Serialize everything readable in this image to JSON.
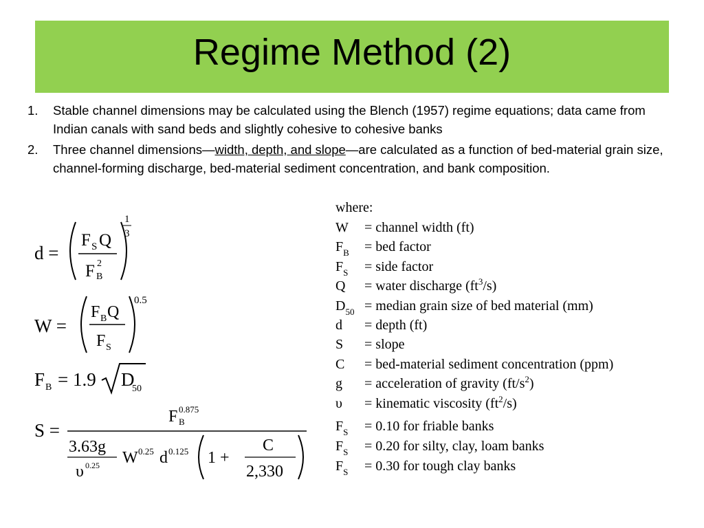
{
  "slide": {
    "title": "Regime Method (2)",
    "colors": {
      "title_bg": "#92d050"
    }
  },
  "bullets": [
    {
      "num": "1.",
      "text": "Stable channel dimensions may be calculated using the Blench (1957) regime equations; data came from Indian canals with sand beds and slightly cohesive to cohesive banks"
    },
    {
      "num": "2.",
      "text_before": "Three channel dimensions—",
      "text_underlined": "width, depth, and slope",
      "text_after": "—are calculated as a function of bed-material grain size, channel-forming discharge, bed-material sediment concentration, and bank composition."
    }
  ],
  "equations": {
    "d": {
      "lhs": "d =",
      "num_f": "F",
      "num_f_sub": "S",
      "num_q": "Q",
      "den_f": "F",
      "den_f_sup": "2",
      "den_f_sub": "B",
      "exp_num": "1",
      "exp_den": "3"
    },
    "w": {
      "lhs": "W =",
      "num_f": "F",
      "num_f_sub": "B",
      "num_q": "Q",
      "den_f": "F",
      "den_f_sub": "S",
      "exp": "0.5"
    },
    "fb": {
      "lhs_f": "F",
      "lhs_sub": "B",
      "eq": "= 1.9",
      "rad": "D",
      "rad_sub": "50"
    },
    "s": {
      "lhs": "S =",
      "num_f": "F",
      "num_sup": "0.875",
      "num_sub": "B",
      "c1": "3.63g",
      "c1_den": "υ",
      "c1_den_sup": "0.25",
      "w": "W",
      "w_sup": "0.25",
      "d": "d",
      "d_sup": "0.125",
      "one_plus": "1 +",
      "c": "C",
      "c_den": "2,330"
    }
  },
  "legend": {
    "header": "where:",
    "items": [
      {
        "sym": "W",
        "sub": "",
        "def": "= channel width (ft)"
      },
      {
        "sym": "F",
        "sub": "B",
        "def": "= bed factor"
      },
      {
        "sym": "F",
        "sub": "S",
        "def": "= side factor"
      },
      {
        "sym": "Q",
        "sub": "",
        "def_pre": "= water discharge (ft",
        "def_sup": "3",
        "def_post": "/s)"
      },
      {
        "sym": "D",
        "sub": "50",
        "def": "= median grain size of bed material (mm)"
      },
      {
        "sym": "d",
        "sub": "",
        "def": "= depth (ft)"
      },
      {
        "sym": "S",
        "sub": "",
        "def": "= slope"
      },
      {
        "sym": "C",
        "sub": "",
        "def": "= bed-material sediment concentration (ppm)"
      },
      {
        "sym": "g",
        "sub": "",
        "def_pre": "= acceleration of gravity (ft/s",
        "def_sup": "2",
        "def_post": ")"
      },
      {
        "sym": "υ",
        "sub": "",
        "def_pre": "= kinematic viscosity (ft",
        "def_sup": "2",
        "def_post": "/s)"
      }
    ]
  },
  "side_factors": [
    {
      "sym": "F",
      "sub": "S",
      "def": "= 0.10 for friable banks"
    },
    {
      "sym": "F",
      "sub": "S",
      "def": "= 0.20 for silty, clay, loam banks"
    },
    {
      "sym": "F",
      "sub": "S",
      "def": "= 0.30 for tough clay banks"
    }
  ]
}
